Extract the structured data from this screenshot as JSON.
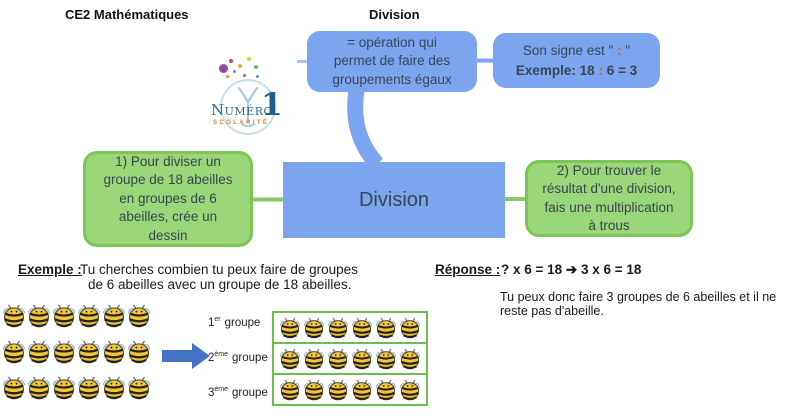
{
  "header": {
    "course": "CE2 Mathématiques",
    "topic": "Division"
  },
  "logo": {
    "brand": "Numéro",
    "one": "1",
    "subbrand": "SCOLARITÉ"
  },
  "mindmap": {
    "center": "Division",
    "definition": {
      "lines": [
        "= opération qui",
        "permet de faire des",
        "groupements égaux"
      ]
    },
    "sign": {
      "line1_before": "Son signe est \" ",
      "line1_colon": ":",
      "line1_after": " \"",
      "line2_before": "Exemple: 18 ",
      "line2_colon": ":",
      "line2_after": " 6 = 3"
    },
    "step1": {
      "lines": [
        "1) Pour diviser un",
        "groupe de 18 abeilles",
        "en groupes de 6",
        "abeilles, crée un",
        "dessin"
      ]
    },
    "step2": {
      "lines": [
        "2) Pour trouver le",
        "résultat d'une division,",
        "fais une multiplication",
        "à trous"
      ]
    }
  },
  "example": {
    "label": "Exemple :",
    "line1": "Tu cherches combien tu peux faire de groupes",
    "line2": "de 6 abeilles avec un groupe de 18 abeilles."
  },
  "answer": {
    "label": "Réponse :",
    "equation_before": "? x 6 = 18 ",
    "arrow": "➔",
    "equation_after": " 3 x 6 = 18",
    "conclusion_line1": "Tu peux donc faire 3 groupes de 6 abeilles et il ne",
    "conclusion_line2": "reste pas d'abeille."
  },
  "groups": {
    "rows": 3,
    "bees_per_group": 6,
    "labels": [
      {
        "num": "1",
        "sup": "er",
        "word": "groupe"
      },
      {
        "num": "2",
        "sup": "ème",
        "word": "groupe"
      },
      {
        "num": "3",
        "sup": "ème",
        "word": "groupe"
      }
    ]
  },
  "colors": {
    "node_blue": "#7CA5EF",
    "node_green": "#9AD778",
    "green_border": "#7CC557",
    "accent_orange": "#E8502F",
    "arrow_blue": "#4573C8"
  }
}
